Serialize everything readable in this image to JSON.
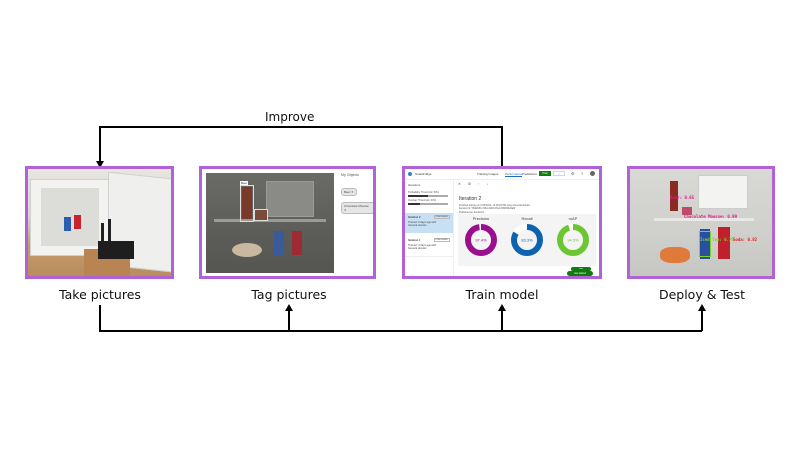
{
  "diagram": {
    "loop_label": "Improve",
    "stages": [
      {
        "label": "Take pictures"
      },
      {
        "label": "Tag pictures"
      },
      {
        "label": "Train model"
      },
      {
        "label": "Deploy & Test"
      }
    ],
    "accent_color": "#b162d6"
  },
  "tag_panel": {
    "objects_title": "My Objects",
    "objects": [
      "Beer",
      "Chocolate Mousse"
    ],
    "box_label": "Beer"
  },
  "train_panel": {
    "app_name": "SmartFridge",
    "tabs": [
      "Training Images",
      "Performance",
      "Predictions"
    ],
    "active_tab": "Performance",
    "train_button": "Train",
    "quick_test_button": "✓",
    "sidebar_header": "Iterations",
    "probability_label": "Probability Threshold: 50%",
    "overlap_label": "Overlap Threshold: 30%",
    "iterations": [
      {
        "title": "Iteration 2",
        "badge": "PUBLISHED",
        "desc": "Trained: 3 days ago with General domain"
      },
      {
        "title": "Iteration 1",
        "badge": "PUBLISHED",
        "desc": "Trained: 4 days ago with General domain"
      }
    ],
    "main_title": "Iteration 2",
    "meta_lines": [
      "Finished training on 6/15/2024, 10:18:18 PM using General domain",
      "Iteration id: 5f6d2b8b-7d6d-4b48-97a4-6f34b5bd2a9f",
      "Published as: Iteration2"
    ],
    "metrics": [
      {
        "label": "Precision",
        "value": "97.4%",
        "fraction": 0.974,
        "color": "#9b0f8f"
      },
      {
        "label": "Recall",
        "value": "83.3%",
        "fraction": 0.833,
        "color": "#0d63b0"
      },
      {
        "label": "mAP",
        "value": "94.5%",
        "fraction": 0.945,
        "color": "#6cc631"
      }
    ],
    "pill_small": "Lists",
    "pill_large": "Get started"
  },
  "deploy_panel": {
    "detections": [
      {
        "label": "Beer: 0.85",
        "color": "#e0168c"
      },
      {
        "label": "Chocolate Mousse: 0.99",
        "color": "#e0168c"
      },
      {
        "label": "Iced Tea: 0.79",
        "color": "#7ad12a"
      },
      {
        "label": "Soda: 0.82",
        "color": "#e81a2a"
      }
    ]
  }
}
